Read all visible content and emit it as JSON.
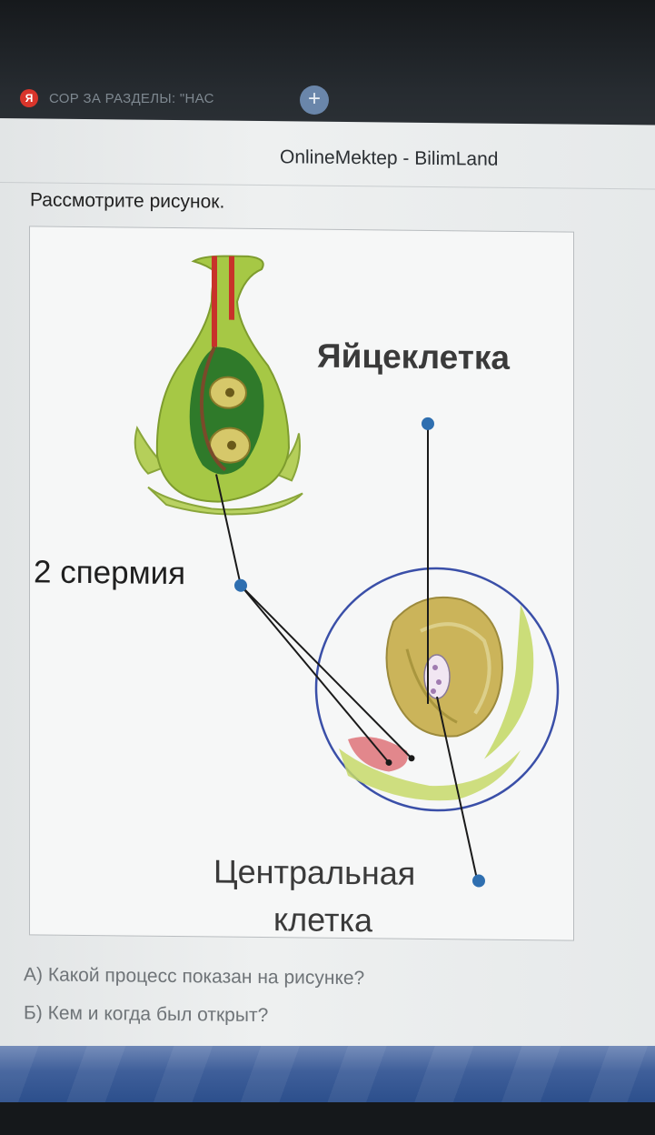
{
  "browser": {
    "tab_favicon": "Я",
    "tab_title": "СОР ЗА РАЗДЕЛЫ: \"НАС",
    "new_tab_label": "+"
  },
  "site": {
    "title": "OnlineMektep - BilimLand"
  },
  "task": {
    "prompt": "Рассмотрите рисунок.",
    "figure": {
      "label_egg": "Яйцеклетка",
      "label_sperm": "2 спермия",
      "label_central_line1": "Центральная",
      "label_central_line2": "клетка"
    },
    "question_a": "А) Какой процесс показан на рисунке?",
    "question_b": "Б) Кем и когда был открыт?"
  },
  "colors": {
    "pointer_dot": "#2f6fb0",
    "circle_outline": "#3a4fa8",
    "ovary_green": "#9cc13a",
    "ovule_tan": "#c9b45a",
    "pollen_tube": "#c8322a"
  }
}
